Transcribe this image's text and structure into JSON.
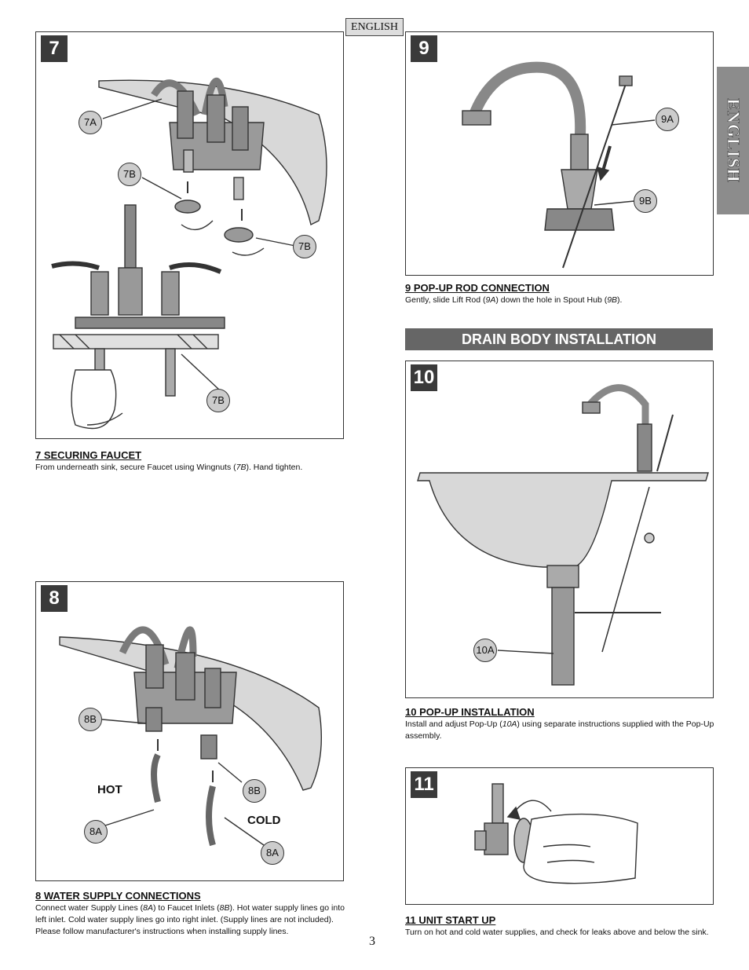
{
  "header": {
    "language_tab": "ENGLISH",
    "side_tab": "ENGLISH"
  },
  "step7": {
    "badge": "7",
    "callouts": [
      "7A",
      "7B",
      "7B",
      "7B"
    ],
    "title": "7  SECURING FAUCET",
    "text_pre": "From underneath sink, secure Faucet using Wingnuts (",
    "text_ref": "7B",
    "text_post": ").  Hand tighten."
  },
  "step8": {
    "badge": "8",
    "callouts": [
      "8B",
      "8B",
      "8A",
      "8A"
    ],
    "hot_label": "HOT",
    "cold_label": "COLD",
    "title": "8  WATER SUPPLY CONNECTIONS",
    "text_1": "Connect water Supply Lines (",
    "ref_1": "8A",
    "text_2": ") to Faucet Inlets (",
    "ref_2": "8B",
    "text_3": "). Hot water supply lines go into left inlet. Cold water supply lines go into right inlet. (Supply lines are not included). Please follow manufacturer's instructions when installing supply lines."
  },
  "step9": {
    "badge": "9",
    "callouts": [
      "9A",
      "9B"
    ],
    "title": "9   POP-UP ROD CONNECTION",
    "text_1": "Gently, slide Lift Rod (",
    "ref_1": "9A",
    "text_2": ") down the hole in Spout Hub (",
    "ref_2": "9B",
    "text_3": ")."
  },
  "section": {
    "title": "DRAIN BODY INSTALLATION"
  },
  "step10": {
    "badge": "10",
    "callouts": [
      "10A"
    ],
    "title": "10  POP-UP INSTALLATION",
    "text_1": "Install and adjust Pop-Up (",
    "ref_1": "10A",
    "text_2": ") using separate instructions supplied with the Pop-Up assembly."
  },
  "step11": {
    "badge": "11",
    "title": "11  UNIT START UP",
    "text": "Turn on hot and cold water supplies, and check for leaks above and below the sink."
  },
  "footer": {
    "page_number": "3"
  }
}
